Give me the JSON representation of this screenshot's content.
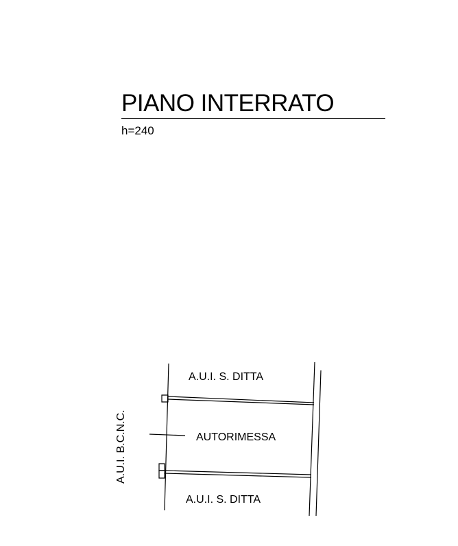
{
  "header": {
    "title": "PIANO INTERRATO",
    "height_note": "h=240"
  },
  "plan": {
    "rooms": {
      "upper_unit": "A.U.I. S. DITTA",
      "garage": "AUTORIMESSA",
      "lower_unit": "A.U.I. S. DITTA"
    },
    "adjacent_unit": "A.U.I. B.C.N.C."
  },
  "colors": {
    "ink": "#000000",
    "background": "#ffffff"
  }
}
